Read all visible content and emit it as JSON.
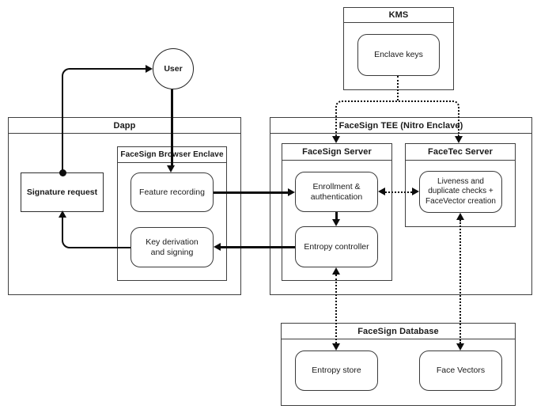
{
  "diagram": {
    "background_color": "#ffffff",
    "line_color": "#0d0d0d",
    "border_color": "#3f3f3f"
  },
  "nodes": {
    "kms": {
      "title": "KMS"
    },
    "enclave_keys": {
      "label": "Enclave keys"
    },
    "user": {
      "label": "User"
    },
    "dapp": {
      "title": "Dapp"
    },
    "signature_request": {
      "label": "Signature request"
    },
    "browser_enclave": {
      "title": "FaceSign Browser Enclave"
    },
    "feature_recording": {
      "label": "Feature recording"
    },
    "key_derivation": {
      "lines": [
        "Key derivation",
        "and signing"
      ]
    },
    "tee": {
      "title": "FaceSign TEE (Nitro Enclave)"
    },
    "facesign_server": {
      "title": "FaceSign Server"
    },
    "enrollment": {
      "lines": [
        "Enrollment &",
        "authentication"
      ]
    },
    "entropy_controller": {
      "label": "Entropy controller"
    },
    "facetec_server": {
      "title": "FaceTec Server"
    },
    "liveness": {
      "lines": [
        "Liveness and",
        "duplicate checks +",
        "FaceVector creation"
      ]
    },
    "database": {
      "title": "FaceSign Database"
    },
    "entropy_store": {
      "label": "Entropy store"
    },
    "face_vectors": {
      "label": "Face Vectors"
    }
  }
}
